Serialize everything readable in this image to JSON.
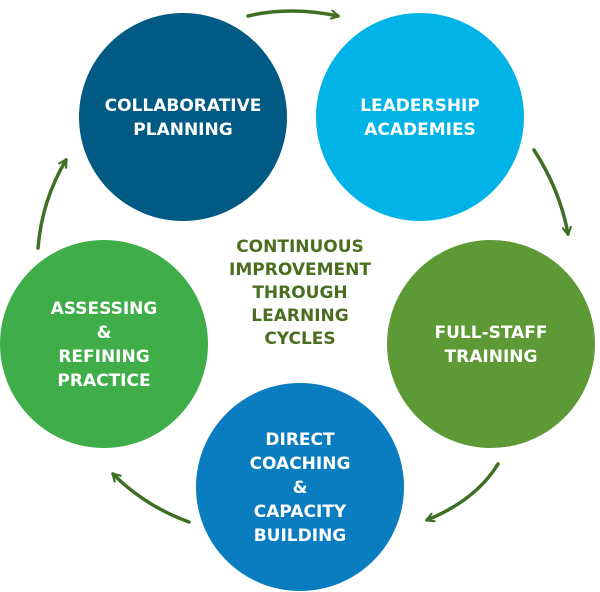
{
  "center": {
    "lines": [
      "CONTINUOUS",
      "IMPROVEMENT",
      "THROUGH",
      "LEARNING",
      "CYCLES"
    ],
    "color": "#4a6e1f"
  },
  "arrow_color": "#3f6f24",
  "nodes": [
    {
      "id": "collaborative-planning",
      "lines": [
        "COLLABORATIVE",
        "PLANNING"
      ],
      "color": "#005a84"
    },
    {
      "id": "leadership-academies",
      "lines": [
        "LEADERSHIP",
        "ACADEMIES"
      ],
      "color": "#00b3e6"
    },
    {
      "id": "full-staff-training",
      "lines": [
        "FULL-STAFF",
        "TRAINING"
      ],
      "color": "#5d9a35"
    },
    {
      "id": "direct-coaching",
      "lines": [
        "DIRECT",
        "COACHING",
        "&",
        "CAPACITY",
        "BUILDING"
      ],
      "color": "#0a7cc0"
    },
    {
      "id": "assessing-refining",
      "lines": [
        "ASSESSING",
        "&",
        "REFINING",
        "PRACTICE"
      ],
      "color": "#3fae49"
    }
  ]
}
